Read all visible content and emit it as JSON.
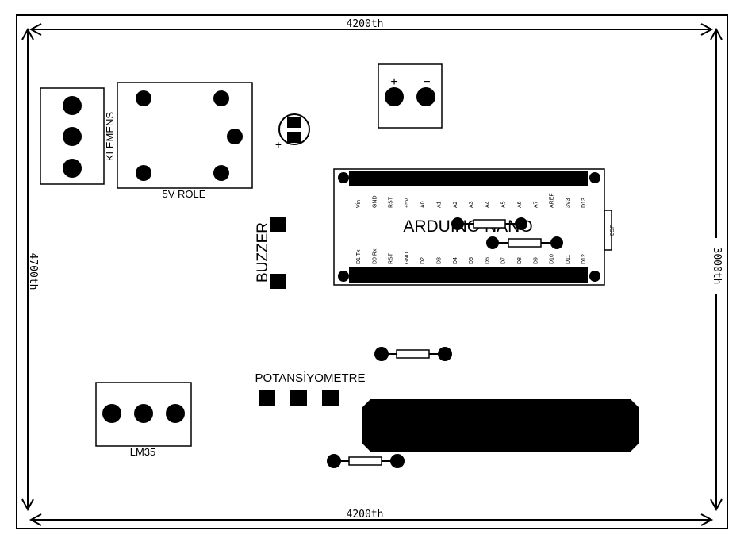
{
  "dimensions": {
    "top": "4200th",
    "bottom": "4200th",
    "left": "4700th",
    "right": "3000th"
  },
  "components": {
    "klemens": "KLEMENS",
    "role": "5V ROLE",
    "power_plus": "+",
    "power_minus": "−",
    "cap_plus": "+",
    "buzzer": "BUZZER",
    "arduino": "ARDUINO NANO",
    "usb": "USB",
    "potansiyometre": "POTANSİYOMETRE",
    "lm35": "LM35"
  },
  "arduino_top_pins": [
    "Vin",
    "GND",
    "RST",
    "+5V",
    "A0",
    "A1",
    "A2",
    "A3",
    "A4",
    "A5",
    "A6",
    "A7",
    "AREF",
    "3V3",
    "D13"
  ],
  "arduino_bottom_pins": [
    "D1 Tx",
    "D0 Rx",
    "RST",
    "GND",
    "D2",
    "D3",
    "D4",
    "D5",
    "D6",
    "D7",
    "D8",
    "D9",
    "D10",
    "D11",
    "D12"
  ],
  "colors": {
    "ink": "#000000",
    "paper": "#ffffff"
  }
}
